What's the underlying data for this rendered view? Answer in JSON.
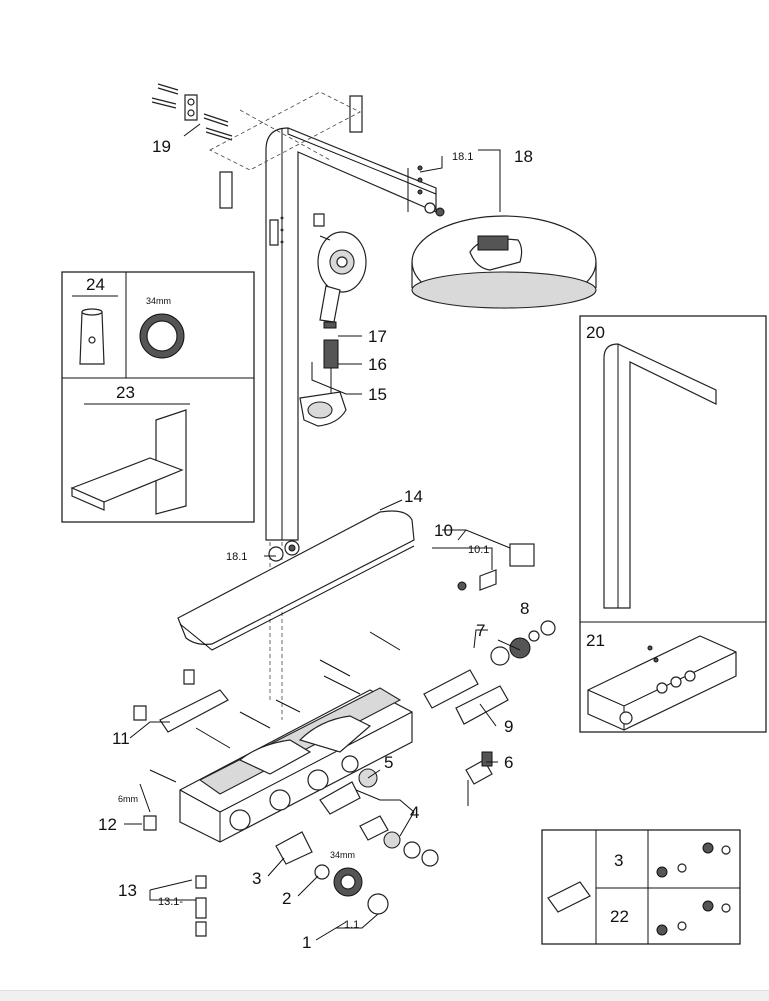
{
  "callouts": {
    "c1": "1",
    "c1_1": "1.1",
    "c2": "2",
    "c2_size": "34mm",
    "c3": "3",
    "c4": "4",
    "c5": "5",
    "c6": "6",
    "c7": "7",
    "c8": "8",
    "c9": "9",
    "c10": "10",
    "c10_1": "10.1",
    "c11": "11",
    "c12": "12",
    "c12_size": "6mm",
    "c13": "13",
    "c13_1": "13.1-",
    "c14": "14",
    "c15": "15",
    "c16": "16",
    "c17": "17",
    "c18": "18",
    "c18_1_top": "18.1",
    "c18_1_bottom": "18.1",
    "c19": "19"
  },
  "inset_24_23": {
    "label_24": "24",
    "label_23": "23",
    "ring_size": "34mm"
  },
  "inset_20": {
    "label": "20"
  },
  "inset_21": {
    "label": "21"
  },
  "inset_3_22": {
    "label_3": "3",
    "label_22": "22"
  }
}
